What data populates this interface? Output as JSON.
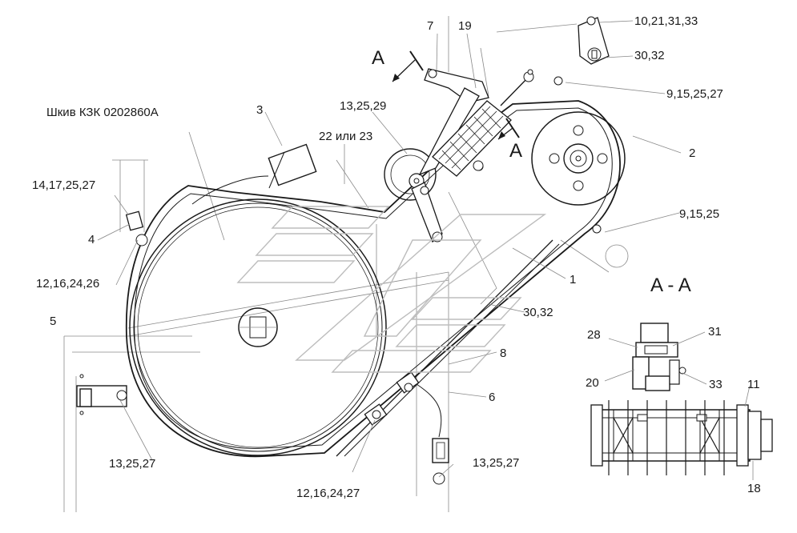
{
  "labels": {
    "l_10_21_31_33": "10,21,31,33",
    "l_7": "7",
    "l_19": "19",
    "l_A_top": "A",
    "l_30_32_top": "30,32",
    "l_9_15_25_27": "9,15,25,27",
    "l_13_25_29": "13,25,29",
    "l_pulley_note": "Шкив КЗК 0202860А",
    "l_3": "3",
    "l_22_or_23": "22 или 23",
    "l_A_mid": "A",
    "l_2": "2",
    "l_14_17_25_27": "14,17,25,27",
    "l_9_15_25": "9,15,25",
    "l_4": "4",
    "l_1": "1",
    "l_12_16_24_26": "12,16,24,26",
    "l_section": "A - A",
    "l_30_32_mid": "30,32",
    "l_5": "5",
    "l_28": "28",
    "l_31": "31",
    "l_8": "8",
    "l_20": "20",
    "l_33": "33",
    "l_11": "11",
    "l_6": "6",
    "l_13_25_27_left": "13,25,27",
    "l_13_25_27_right": "13,25,27",
    "l_12_16_24_27": "12,16,24,27",
    "l_18": "18"
  }
}
